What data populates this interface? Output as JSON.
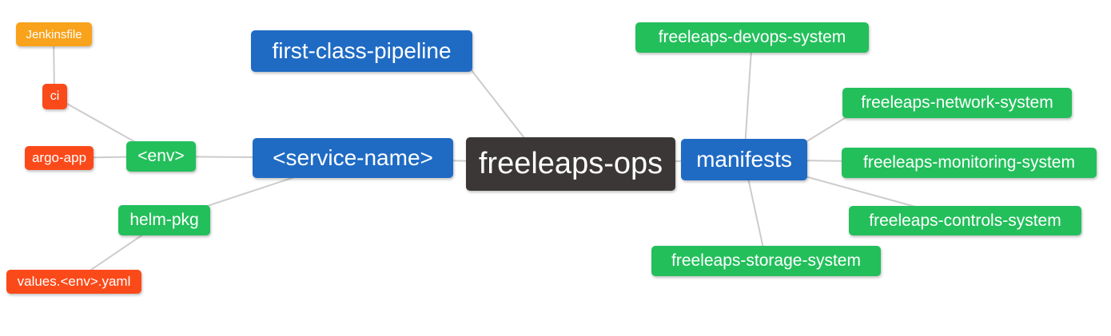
{
  "palette": {
    "blue": "#1F6BC4",
    "green": "#23BF5B",
    "orange": "#F9A21B",
    "red": "#FB4A1A",
    "dark": "#3B3737",
    "edge": "#CCCCCC",
    "background": "#FFFFFF"
  },
  "nodes": {
    "freeleaps_ops": {
      "label": "freeleaps-ops",
      "color": "dark"
    },
    "first_class_pipeline": {
      "label": "first-class-pipeline",
      "color": "blue"
    },
    "service_name": {
      "label": "<service-name>",
      "color": "blue"
    },
    "manifests": {
      "label": "manifests",
      "color": "blue"
    },
    "env": {
      "label": "<env>",
      "color": "green"
    },
    "helm_pkg": {
      "label": "helm-pkg",
      "color": "green"
    },
    "ci": {
      "label": "ci",
      "color": "red"
    },
    "argo_app": {
      "label": "argo-app",
      "color": "red"
    },
    "jenkinsfile": {
      "label": "Jenkinsfile",
      "color": "orange"
    },
    "values_env_yaml": {
      "label": "values.<env>.yaml",
      "color": "red"
    },
    "devops_system": {
      "label": "freeleaps-devops-system",
      "color": "green"
    },
    "network_system": {
      "label": "freeleaps-network-system",
      "color": "green"
    },
    "monitoring_system": {
      "label": "freeleaps-monitoring-system",
      "color": "green"
    },
    "controls_system": {
      "label": "freeleaps-controls-system",
      "color": "green"
    },
    "storage_system": {
      "label": "freeleaps-storage-system",
      "color": "green"
    }
  },
  "edges": [
    [
      "jenkinsfile",
      "ci"
    ],
    [
      "ci",
      "env"
    ],
    [
      "argo_app",
      "env"
    ],
    [
      "env",
      "service_name"
    ],
    [
      "helm_pkg",
      "service_name"
    ],
    [
      "values_env_yaml",
      "helm_pkg"
    ],
    [
      "first_class_pipeline",
      "freeleaps_ops"
    ],
    [
      "service_name",
      "freeleaps_ops"
    ],
    [
      "freeleaps_ops",
      "manifests"
    ],
    [
      "manifests",
      "devops_system"
    ],
    [
      "manifests",
      "network_system"
    ],
    [
      "manifests",
      "monitoring_system"
    ],
    [
      "manifests",
      "controls_system"
    ],
    [
      "manifests",
      "storage_system"
    ]
  ]
}
